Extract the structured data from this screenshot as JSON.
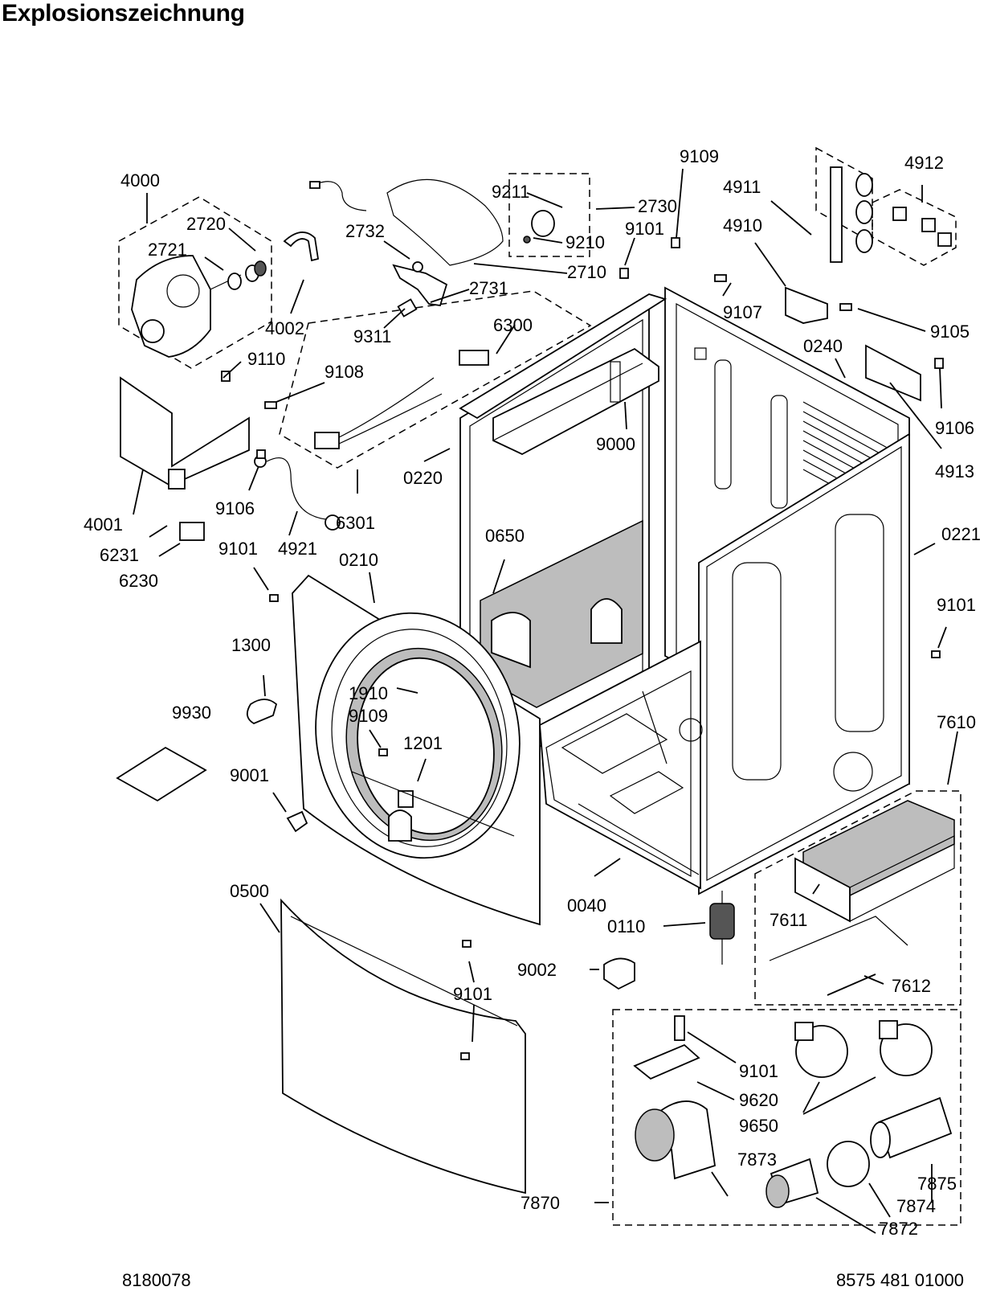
{
  "title": "Explosionszeichnung",
  "footer": {
    "left": "8180078",
    "right": "8575 481 01000"
  },
  "callouts": [
    {
      "id": "c4000",
      "text": "4000"
    },
    {
      "id": "c2720",
      "text": "2720"
    },
    {
      "id": "c2721",
      "text": "2721"
    },
    {
      "id": "c4002",
      "text": "4002"
    },
    {
      "id": "c2732",
      "text": "2732"
    },
    {
      "id": "c9211",
      "text": "9211"
    },
    {
      "id": "c2730",
      "text": "2730"
    },
    {
      "id": "c9210",
      "text": "9210"
    },
    {
      "id": "c2710",
      "text": "2710"
    },
    {
      "id": "c2731",
      "text": "2731"
    },
    {
      "id": "c9311",
      "text": "9311"
    },
    {
      "id": "c9109a",
      "text": "9109"
    },
    {
      "id": "c9101a",
      "text": "9101"
    },
    {
      "id": "c4911",
      "text": "4911"
    },
    {
      "id": "c4912",
      "text": "4912"
    },
    {
      "id": "c4910",
      "text": "4910"
    },
    {
      "id": "c9107",
      "text": "9107"
    },
    {
      "id": "c9105",
      "text": "9105"
    },
    {
      "id": "c0240",
      "text": "0240"
    },
    {
      "id": "c9106a",
      "text": "9106"
    },
    {
      "id": "c4913",
      "text": "4913"
    },
    {
      "id": "c6300",
      "text": "6300"
    },
    {
      "id": "c9110",
      "text": "9110"
    },
    {
      "id": "c9108",
      "text": "9108"
    },
    {
      "id": "c9000",
      "text": "9000"
    },
    {
      "id": "c0220",
      "text": "0220"
    },
    {
      "id": "c4001",
      "text": "4001"
    },
    {
      "id": "c9106b",
      "text": "9106"
    },
    {
      "id": "c6301",
      "text": "6301"
    },
    {
      "id": "c6231",
      "text": "6231"
    },
    {
      "id": "c4921",
      "text": "4921"
    },
    {
      "id": "c6230",
      "text": "6230"
    },
    {
      "id": "c9101b",
      "text": "9101"
    },
    {
      "id": "c0210",
      "text": "0210"
    },
    {
      "id": "c0650",
      "text": "0650"
    },
    {
      "id": "c0221",
      "text": "0221"
    },
    {
      "id": "c9101c",
      "text": "9101"
    },
    {
      "id": "c1300",
      "text": "1300"
    },
    {
      "id": "c1910",
      "text": "1910"
    },
    {
      "id": "c9109b",
      "text": "9109"
    },
    {
      "id": "c1201",
      "text": "1201"
    },
    {
      "id": "c9930",
      "text": "9930"
    },
    {
      "id": "c9001",
      "text": "9001"
    },
    {
      "id": "c7610",
      "text": "7610"
    },
    {
      "id": "c0500",
      "text": "0500"
    },
    {
      "id": "c0040",
      "text": "0040"
    },
    {
      "id": "c7611",
      "text": "7611"
    },
    {
      "id": "c0110",
      "text": "0110"
    },
    {
      "id": "c9002",
      "text": "9002"
    },
    {
      "id": "c7612",
      "text": "7612"
    },
    {
      "id": "c9101d",
      "text": "9101"
    },
    {
      "id": "c9101e",
      "text": "9101"
    },
    {
      "id": "c9620",
      "text": "9620"
    },
    {
      "id": "c9650",
      "text": "9650"
    },
    {
      "id": "c7873",
      "text": "7873"
    },
    {
      "id": "c7875",
      "text": "7875"
    },
    {
      "id": "c7874",
      "text": "7874"
    },
    {
      "id": "c7870",
      "text": "7870"
    },
    {
      "id": "c7872",
      "text": "7872"
    }
  ]
}
